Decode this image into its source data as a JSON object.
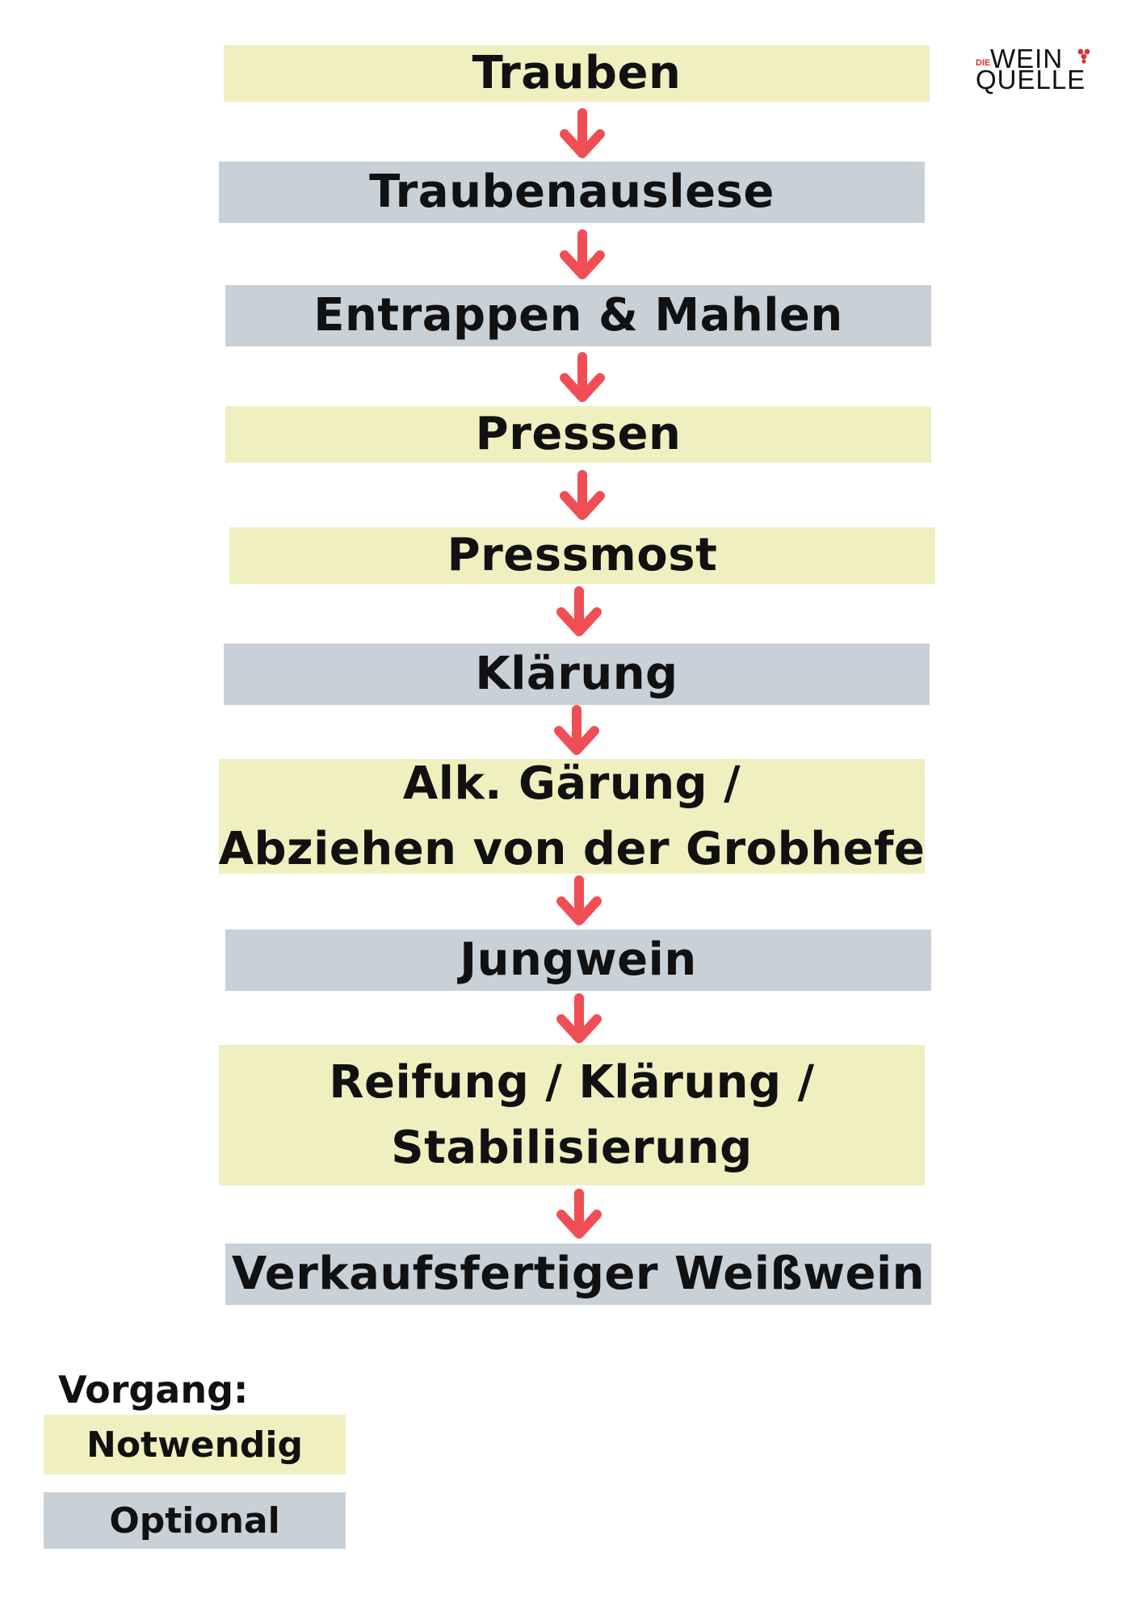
{
  "colors": {
    "required": "#f0efc0",
    "optional": "#c8d0d8",
    "arrow": "#f04e55",
    "logo_accent": "#d8342f"
  },
  "logo": {
    "small": "DIE",
    "line1": "WEIN",
    "line2": "QUELLE",
    "icon": "grape-icon"
  },
  "steps": [
    {
      "lines": [
        "Trauben"
      ],
      "kind": "required"
    },
    {
      "lines": [
        "Traubenauslese"
      ],
      "kind": "optional"
    },
    {
      "lines": [
        "Entrappen & Mahlen"
      ],
      "kind": "optional"
    },
    {
      "lines": [
        "Pressen"
      ],
      "kind": "required"
    },
    {
      "lines": [
        "Pressmost"
      ],
      "kind": "required"
    },
    {
      "lines": [
        "Klärung"
      ],
      "kind": "optional"
    },
    {
      "lines": [
        "Alk. Gärung /",
        "Abziehen von der Grobhefe"
      ],
      "kind": "required"
    },
    {
      "lines": [
        "Jungwein"
      ],
      "kind": "optional"
    },
    {
      "lines": [
        "Reifung / Klärung /",
        "Stabilisierung"
      ],
      "kind": "required"
    },
    {
      "lines": [
        "Verkaufsfertiger Weißwein"
      ],
      "kind": "optional"
    }
  ],
  "arrow_icon": "arrow-down-icon",
  "legend": {
    "title": "Vorgang:",
    "required_label": "Notwendig",
    "optional_label": "Optional"
  }
}
